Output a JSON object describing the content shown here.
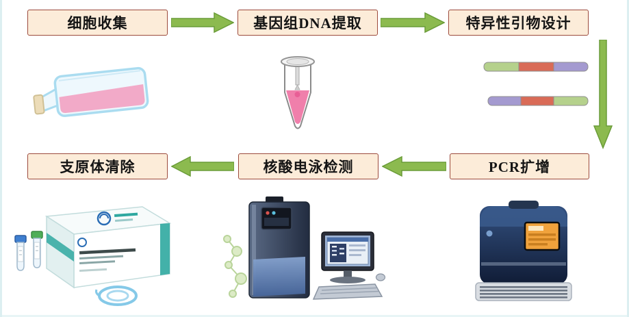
{
  "steps": [
    {
      "name": "cell-collection",
      "label": "细胞收集"
    },
    {
      "name": "genomic-dna-extraction",
      "label": "基因组DNA提取"
    },
    {
      "name": "specific-primer-design",
      "label": "特异性引物设计"
    },
    {
      "name": "pcr-amplification",
      "label": "PCR扩增"
    },
    {
      "name": "nucleic-acid-electrophoresis",
      "label": "核酸电泳检测"
    },
    {
      "name": "mycoplasma-removal",
      "label": "支原体清除"
    }
  ],
  "colors": {
    "box_background": "#fcecd9",
    "box_border": "#9c4a3c",
    "arrow_fill": "#8cba4f",
    "arrow_outline": "#6a9c38",
    "background": "#ffffff",
    "media_pink": "#f2aac8",
    "primer_green": "#b5d18c",
    "primer_red": "#d96b57",
    "primer_purple": "#a49ad0"
  },
  "illustrations": {
    "flask": "cell-culture-flask-illustration",
    "tube": "dna-extraction-tube-illustration",
    "primers": "primer-bars-illustration",
    "pcr": "pcr-thermal-cycler-illustration",
    "electrophoresis": "electrophoresis-system-illustration",
    "kit": "mycoplasma-removal-kit-illustration"
  }
}
